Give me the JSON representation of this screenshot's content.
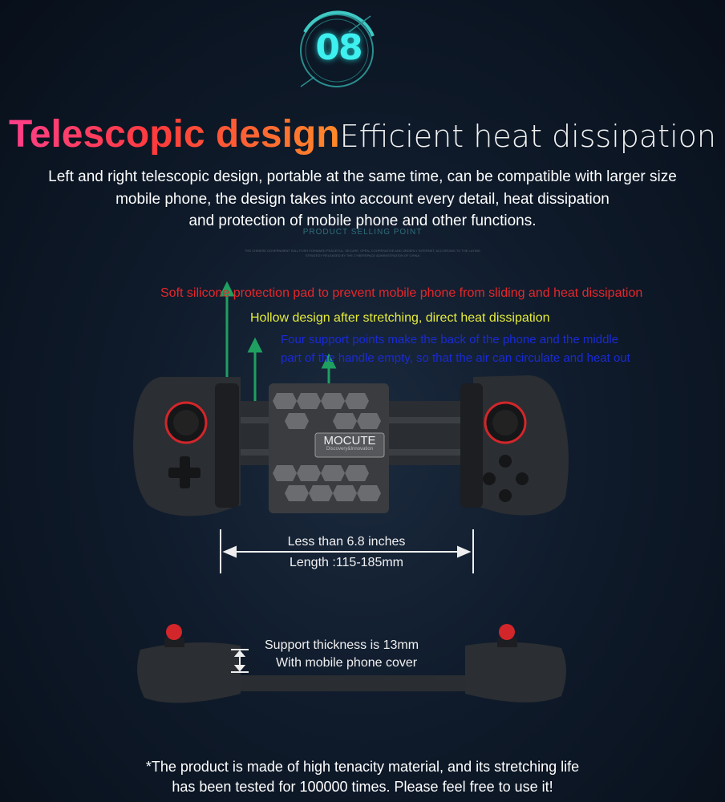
{
  "badge": {
    "number": "08"
  },
  "title": {
    "highlight": "Telescopic design",
    "subtitle": "Efficient heat dissipation"
  },
  "description": [
    "Left and right telescopic design, portable at the same time, can be compatible with larger size",
    "mobile phone, the design takes into account every detail, heat dissipation",
    "and protection of mobile phone and other functions."
  ],
  "selling_point": {
    "label": "PRODUCT SELLING POINT",
    "fine_print": [
      "THE CHINESE GOVERNMENT WILL PUSH FORWARD PEACEFUL, SECURE, OPEN, COOPERATIVE AND ORDERLY INTERNET, ACCORDING TO THE LAYING",
      "STRATEGY RELEASED BY THE CYBERSPACE ADMINISTRATION OF CHINA"
    ]
  },
  "callouts": {
    "red": "Soft silicone protection pad to prevent mobile phone from sliding and heat dissipation",
    "yellow": "Hollow design after stretching, direct heat dissipation",
    "blue": [
      "Four support points make the back of the phone and the middle",
      "part of the handle empty, so that the air can circulate and heat out"
    ]
  },
  "brand": {
    "name": "MOCUTE",
    "tagline": "Discovery&Innovation"
  },
  "dimensions": {
    "line1": "Less than 6.8 inches",
    "line2": "Length :115-185mm"
  },
  "thickness": {
    "line1": "Support thickness is 13mm",
    "line2": "With mobile phone cover"
  },
  "footer": [
    "*The product is made of high tenacity material, and its stretching life",
    "has been tested for 100000 times. Please feel free to use it!"
  ],
  "colors": {
    "accent_cyan": "#3ef0f0",
    "red": "#e8262a",
    "yellow": "#e6ec3a",
    "blue": "#1a2ad6",
    "arrow_green": "#1fa060"
  }
}
